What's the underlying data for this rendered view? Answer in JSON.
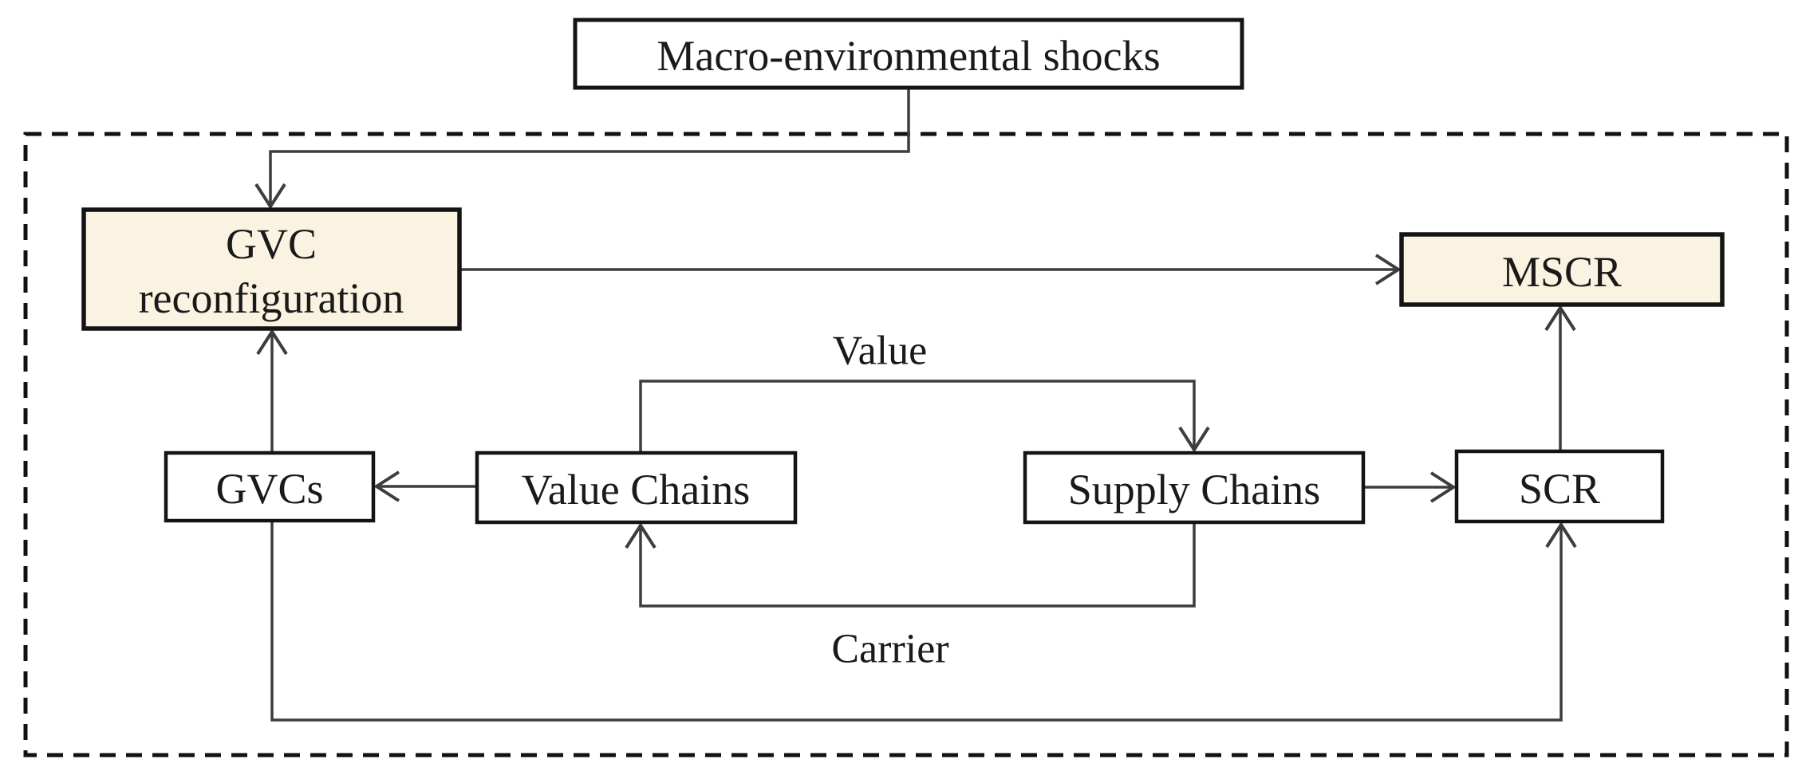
{
  "diagram": {
    "nodes": {
      "macro": {
        "label": "Macro-environmental shocks"
      },
      "gvc_reconfiguration": {
        "line1": "GVC",
        "line2": "reconfiguration"
      },
      "mscr": {
        "label": "MSCR"
      },
      "gvcs": {
        "label": "GVCs"
      },
      "value_chains": {
        "label": "Value Chains"
      },
      "supply_chains": {
        "label": "Supply Chains"
      },
      "scr": {
        "label": "SCR"
      }
    },
    "edge_labels": {
      "value": "Value",
      "carrier": "Carrier"
    },
    "colors": {
      "highlight_fill": "#faf3e2",
      "plain_fill": "#ffffff",
      "box_border": "#141414",
      "connector": "#3d3d3d",
      "dashed_border": "#111111"
    }
  }
}
